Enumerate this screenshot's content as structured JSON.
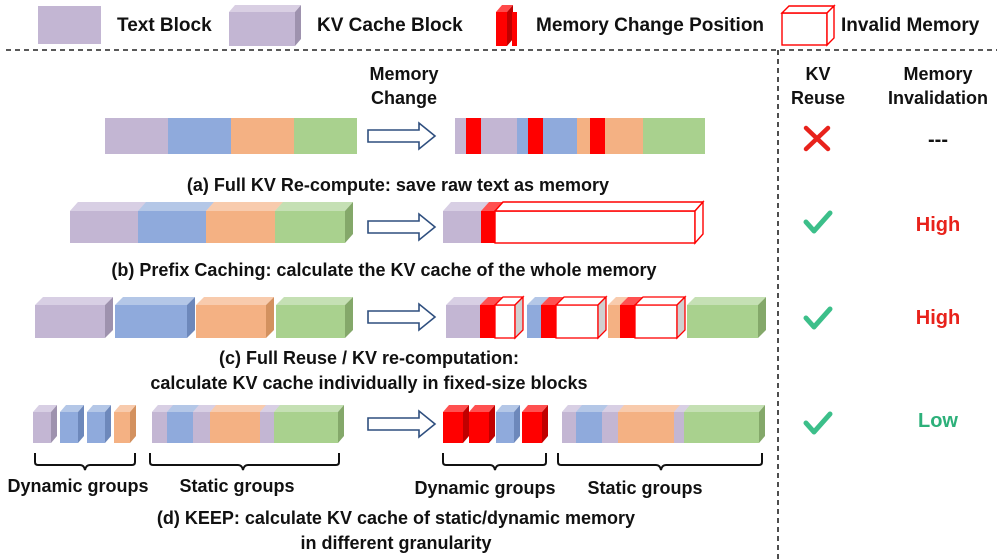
{
  "legend": {
    "text_block": "Text Block",
    "kv_block": "KV Cache Block",
    "memory_change": "Memory Change Position",
    "invalid_memory": "Invalid Memory"
  },
  "header": {
    "memory_change_line1": "Memory",
    "memory_change_line2": "Change",
    "kv_reuse_line1": "KV",
    "kv_reuse_line2": "Reuse",
    "mem_inval_line1": "Memory",
    "mem_inval_line2": "Invalidation"
  },
  "rows": [
    {
      "caption": "(a) Full KV Re-compute: save raw text as memory",
      "reuse": "no",
      "invalidation": "---"
    },
    {
      "caption": "(b) Prefix Caching: calculate the KV cache of the whole memory",
      "reuse": "yes",
      "invalidation": "High"
    },
    {
      "caption_line1": "(c) Full Reuse / KV re-computation:",
      "caption_line2": "calculate KV cache individually in fixed-size blocks",
      "reuse": "yes",
      "invalidation": "High"
    },
    {
      "caption_line1": "(d) KEEP: calculate KV cache of static/dynamic memory",
      "caption_line2": "in different granularity",
      "reuse": "yes",
      "invalidation": "Low"
    }
  ],
  "groups": {
    "dynamic_left": "Dynamic groups",
    "static_left": "Static groups",
    "dynamic_right": "Dynamic groups",
    "static_right": "Static groups"
  },
  "colors": {
    "purple": "#c3b6d3",
    "blue": "#8faadc",
    "orange": "#f4b183",
    "green": "#a9d18e",
    "red": "#ff0000",
    "check": "#3cbf8a",
    "cross": "#e8221b",
    "high": "#e8221b",
    "low": "#2db07a"
  }
}
